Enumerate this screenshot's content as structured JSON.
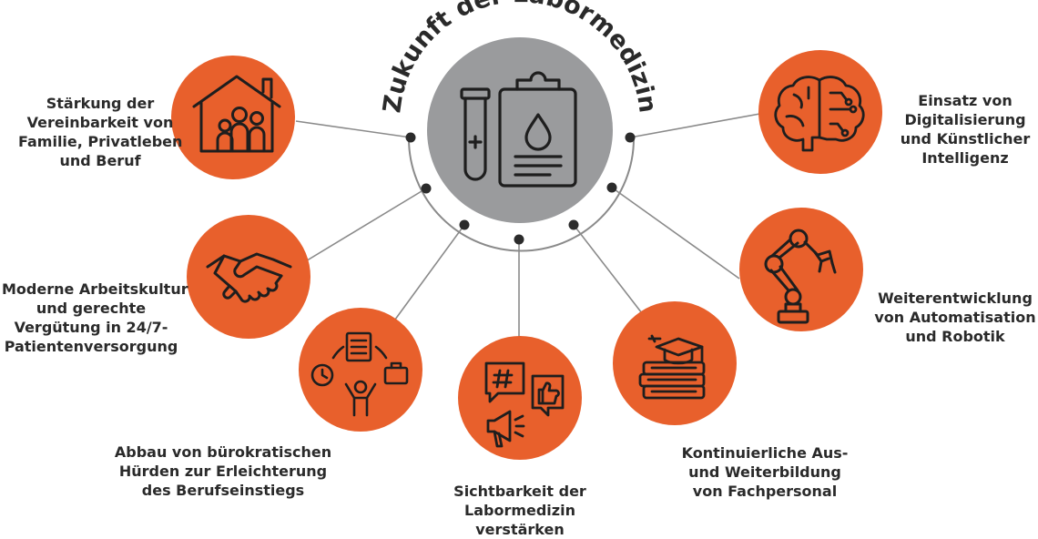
{
  "title": "Zukunft der Labormedizin",
  "colors": {
    "accent": "#e8602c",
    "hub": "#9a9b9d",
    "ink": "#1e1e1e",
    "line": "#8a8a8a",
    "dot": "#2b2b2b"
  },
  "hub": {
    "icon": "test-tube-clipboard-blood-drop-icon"
  },
  "nodes": [
    {
      "id": "family",
      "icon": "family-house-icon",
      "label": [
        "Stärkung der",
        "Vereinbarkeit von",
        "Familie, Privatleben",
        "und Beruf"
      ]
    },
    {
      "id": "culture",
      "icon": "handshake-icon",
      "label": [
        "Moderne Arbeitskultur",
        "und gerechte",
        "Vergütung in 24/7-",
        "Patientenversorgung"
      ]
    },
    {
      "id": "bureaucracy",
      "icon": "workflow-person-icon",
      "label": [
        "Abbau von bürokratischen",
        "Hürden zur Erleichterung",
        "des Berufseinstiegs"
      ]
    },
    {
      "id": "visibility",
      "icon": "social-media-megaphone-icon",
      "label": [
        "Sichtbarkeit der",
        "Labormedizin",
        "verstärken"
      ]
    },
    {
      "id": "education",
      "icon": "books-graduation-cap-icon",
      "label": [
        "Kontinuierliche Aus-",
        "und Weiterbildung",
        "von Fachpersonal"
      ]
    },
    {
      "id": "automation",
      "icon": "robot-arm-icon",
      "label": [
        "Weiterentwicklung",
        "von Automatisation",
        "und Robotik"
      ]
    },
    {
      "id": "ai",
      "icon": "brain-circuit-icon",
      "label": [
        "Einsatz von",
        "Digitalisierung",
        "und Künstlicher",
        "Intelligenz"
      ]
    }
  ]
}
